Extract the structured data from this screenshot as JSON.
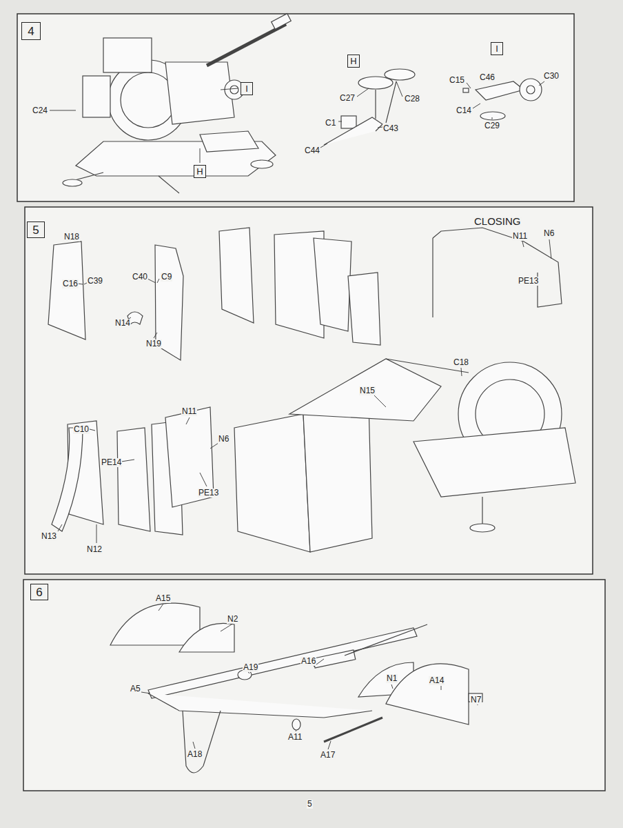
{
  "diagram": {
    "nodes": [
      {
        "text": [
          "4"
        ]
      },
      {
        "text": [
          "I"
        ]
      },
      {
        "text": [
          "H"
        ]
      },
      {
        "text": [
          "H"
        ]
      },
      {
        "text": [
          "I"
        ]
      },
      {
        "text": [
          "5"
        ]
      },
      {
        "text": [
          "6"
        ]
      }
    ],
    "labels": [
      "C24",
      "C27",
      "C28",
      "C1",
      "C43",
      "C44",
      "C15",
      "C46",
      "C30",
      "C14",
      "C29",
      "N18",
      "C16",
      "C39",
      "C40",
      "C9",
      "N14",
      "N19",
      "CLOSING",
      "N11",
      "N6",
      "PE13",
      "C18",
      "N15",
      "N11",
      "N6",
      "C10",
      "PE14",
      "PE13",
      "N13",
      "N12",
      "A15",
      "N2",
      "A19",
      "A16",
      "A5",
      "N1",
      "A14",
      "N7",
      "A11",
      "A17",
      "A18",
      "5"
    ]
  }
}
